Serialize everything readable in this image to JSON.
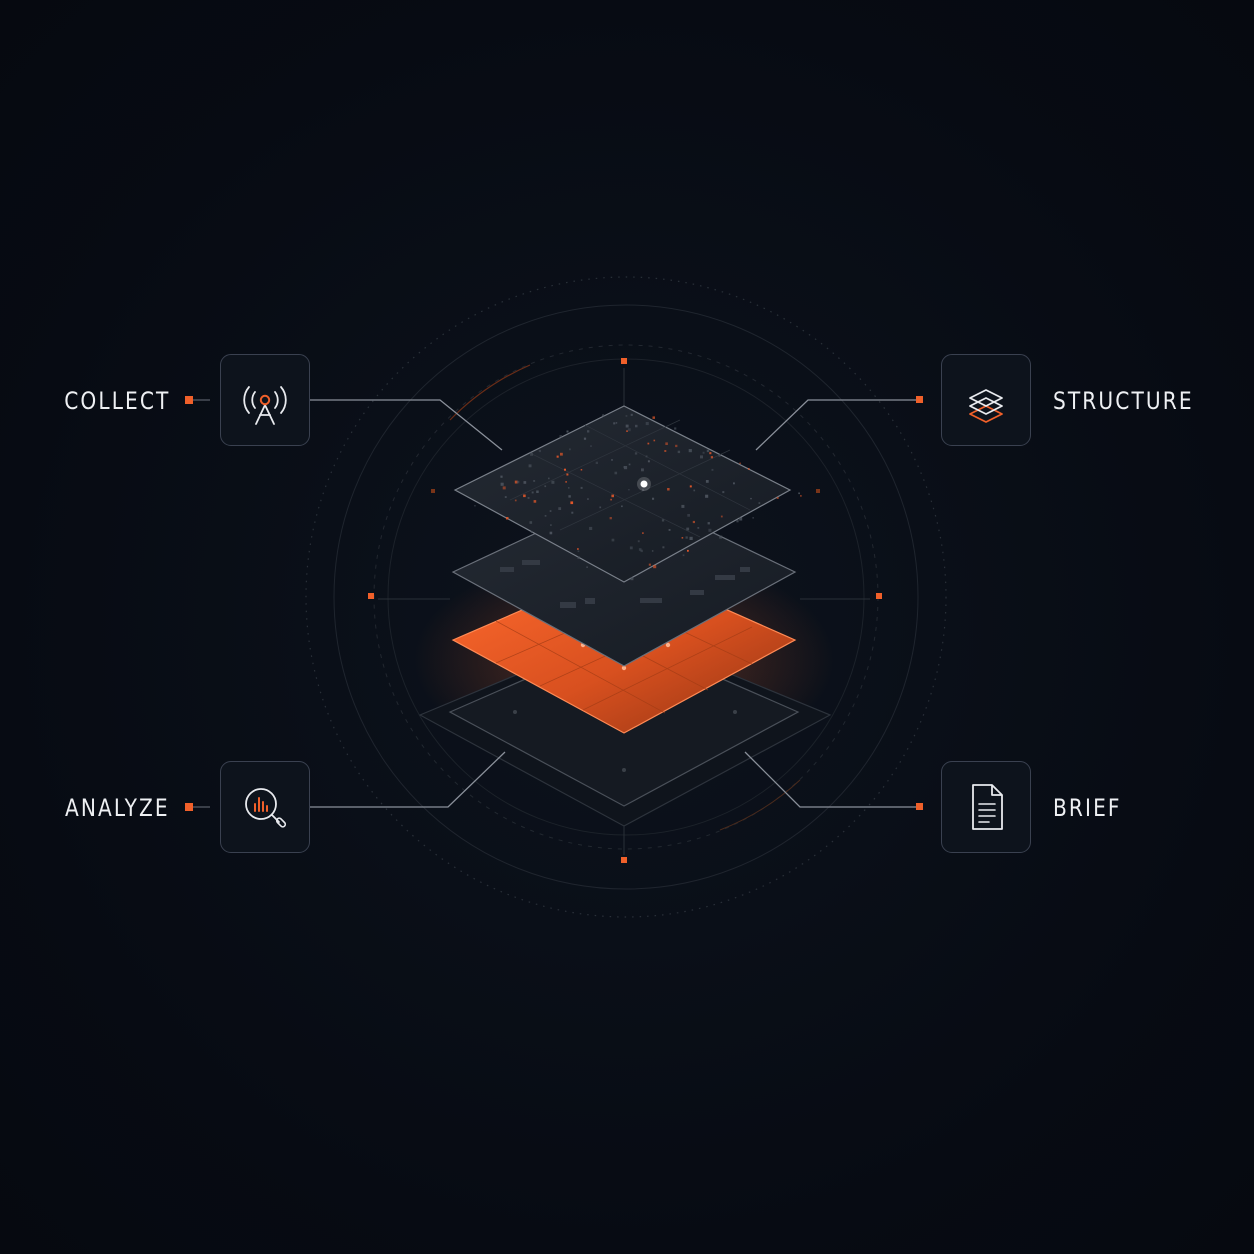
{
  "steps": {
    "collect": {
      "label": "COLLECT",
      "icon": "antenna-tower-icon"
    },
    "structure": {
      "label": "STRUCTURE",
      "icon": "stacked-layers-icon"
    },
    "analyze": {
      "label": "ANALYZE",
      "icon": "magnifier-chart-icon"
    },
    "brief": {
      "label": "BRIEF",
      "icon": "document-icon"
    }
  },
  "colors": {
    "background": "#080d16",
    "accent": "#f0602a",
    "line": "#8a909a",
    "panel": "#1b2029",
    "box_border": "#3a4150",
    "text": "#eef0f3"
  }
}
